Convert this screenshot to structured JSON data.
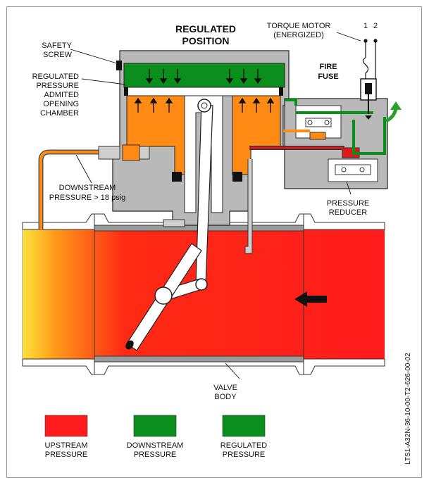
{
  "title": {
    "line1": "REGULATED",
    "line2": "POSITION"
  },
  "labels": {
    "safety_screw": [
      "SAFETY",
      "SCREW"
    ],
    "regulated_chamber": [
      "REGULATED",
      "PRESSURE",
      "ADMITED",
      "OPENING",
      "CHAMBER"
    ],
    "torque_motor": [
      "TORQUE MOTOR",
      "(ENERGIZED)"
    ],
    "terminal_1": "1",
    "terminal_2": "2",
    "fire_fuse": [
      "FIRE",
      "FUSE"
    ],
    "downstream_pressure": [
      "DOWNSTREAM",
      "PRESSURE > 18 psig"
    ],
    "pressure_reducer": [
      "PRESSURE",
      "REDUCER"
    ],
    "valve_body": [
      "VALVE",
      "BODY"
    ]
  },
  "legend": [
    {
      "label": [
        "UPSTREAM",
        "PRESSURE"
      ],
      "color": "#ff1c1c"
    },
    {
      "label": [
        "DOWNSTREAM",
        "PRESSURE"
      ],
      "color": "#0a8f1c"
    },
    {
      "label": [
        "REGULATED",
        "PRESSURE"
      ],
      "color": "#0a8f1c"
    }
  ],
  "document_ref": "LTS1-A32N-36-10-00-T2-626-00-02",
  "colors": {
    "upstream": "#ff1c1c",
    "downstream": "#0a8f1c",
    "regulated": "#0a8f1c",
    "orange": "#ff8a14",
    "housing": "#b9b9b9",
    "housing_dark": "#8e8e8e",
    "reducer_red": "#e01818",
    "flow_arrow": "#2e9e2e"
  },
  "icons": {
    "flow_direction": "left-arrow-icon",
    "vent": "curved-up-arrow-icon",
    "stroke": "double-arrow-icon"
  }
}
